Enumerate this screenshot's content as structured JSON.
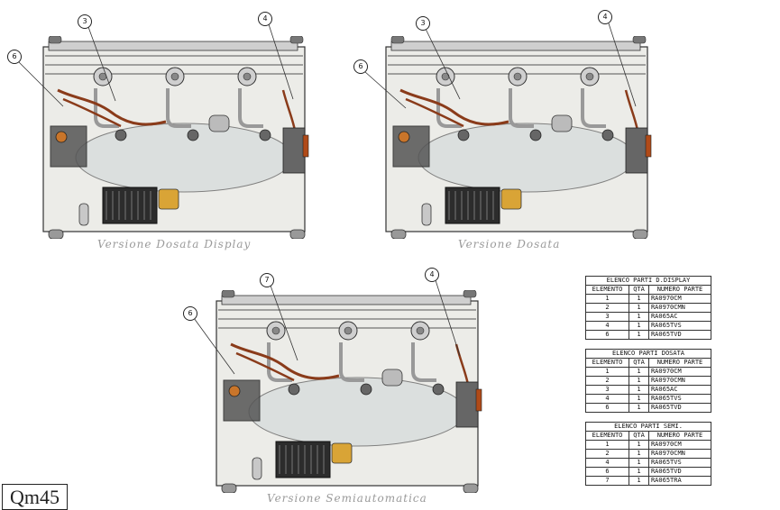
{
  "views": [
    {
      "caption": "Versione Dosata Display",
      "callouts": [
        "6",
        "3",
        "4"
      ]
    },
    {
      "caption": "Versione Dosata",
      "callouts": [
        "6",
        "3",
        "4"
      ]
    },
    {
      "caption": "Versione Semiautomatica",
      "callouts": [
        "6",
        "7",
        "4"
      ]
    }
  ],
  "tables": [
    {
      "title": "ELENCO PARTI D.DISPLAY",
      "headers": [
        "ELEMENTO",
        "QTÀ",
        "NUMERO PARTE"
      ],
      "rows": [
        [
          "1",
          "1",
          "RA0970CM"
        ],
        [
          "2",
          "1",
          "RA0970CMN"
        ],
        [
          "3",
          "1",
          "RA065AC"
        ],
        [
          "4",
          "1",
          "RA065TVS"
        ],
        [
          "6",
          "1",
          "RA065TVD"
        ]
      ]
    },
    {
      "title": "ELENCO PARTI DOSATA",
      "headers": [
        "ELEMENTO",
        "QTÀ",
        "NUMERO PARTE"
      ],
      "rows": [
        [
          "1",
          "1",
          "RA0970CM"
        ],
        [
          "2",
          "1",
          "RA0970CMN"
        ],
        [
          "3",
          "1",
          "RA065AC"
        ],
        [
          "4",
          "1",
          "RA065TVS"
        ],
        [
          "6",
          "1",
          "RA065TVD"
        ]
      ]
    },
    {
      "title": "ELENCO PARTI SEMI.",
      "headers": [
        "ELEMENTO",
        "QTÀ",
        "NUMERO PARTE"
      ],
      "rows": [
        [
          "1",
          "1",
          "RA0970CM"
        ],
        [
          "2",
          "1",
          "RA0970CMN"
        ],
        [
          "4",
          "1",
          "RA065TVS"
        ],
        [
          "6",
          "1",
          "RA065TVD"
        ],
        [
          "7",
          "1",
          "RA065TRA"
        ]
      ]
    }
  ],
  "code_label": "Qm45"
}
